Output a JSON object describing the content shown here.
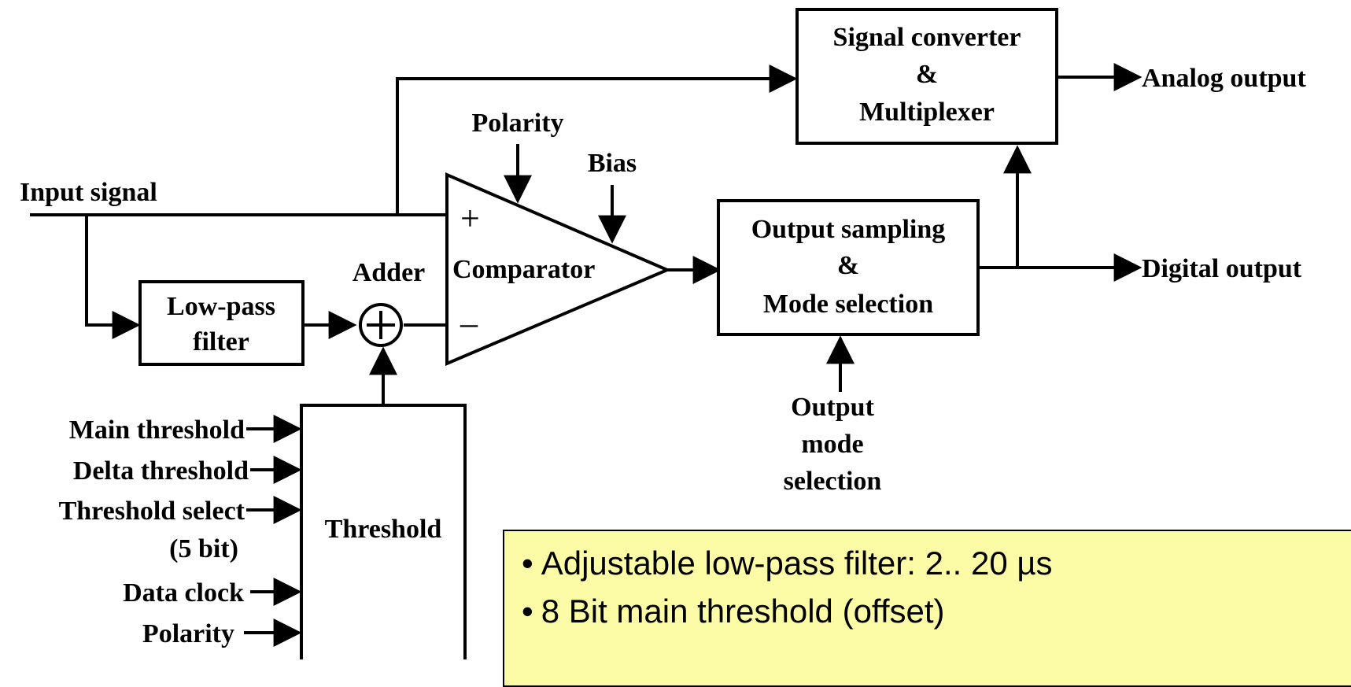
{
  "blocks": {
    "signal_converter": [
      "Signal converter",
      "&",
      "Multiplexer"
    ],
    "output_sampling": [
      "Output sampling",
      "&",
      "Mode selection"
    ],
    "low_pass_filter": [
      "Low-pass",
      "filter"
    ],
    "threshold": "Threshold",
    "comparator": "Comparator",
    "adder": "Adder"
  },
  "signals": {
    "input_signal": "Input signal",
    "polarity_top": "Polarity",
    "bias": "Bias",
    "analog_output": "Analog output",
    "digital_output": "Digital output",
    "output_mode_selection": [
      "Output",
      "mode",
      "selection"
    ],
    "comparator_plus": "+",
    "comparator_minus": "–"
  },
  "threshold_inputs": {
    "main_threshold": "Main threshold",
    "delta_threshold": "Delta threshold",
    "threshold_select": "Threshold select",
    "threshold_select_note": "(5 bit)",
    "data_clock": "Data clock",
    "polarity": "Polarity"
  },
  "notes": [
    "Adjustable low-pass filter: 2.. 20 µs",
    "8 Bit main threshold (offset)"
  ]
}
